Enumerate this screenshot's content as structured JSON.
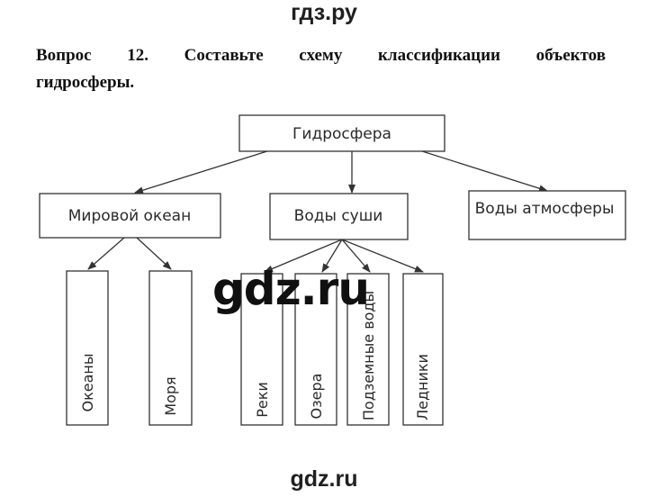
{
  "header": {
    "site_name": "гдз.ру"
  },
  "question": {
    "words": [
      "Вопрос",
      "12.",
      "Составьте",
      "схему",
      "классификации",
      "объектов"
    ],
    "line2": "гидросферы."
  },
  "scheme": {
    "root": "Гидросфера",
    "level1": [
      "Мировой океан",
      "Воды суши",
      "Воды атмосферы"
    ],
    "world_ocean_children": [
      "Океаны",
      "Моря"
    ],
    "land_water_children": [
      "Реки",
      "Озера",
      "Подземные воды",
      "Ледники"
    ]
  },
  "watermark": {
    "center": "gdz.ru",
    "bottom": "gdz.ru"
  }
}
